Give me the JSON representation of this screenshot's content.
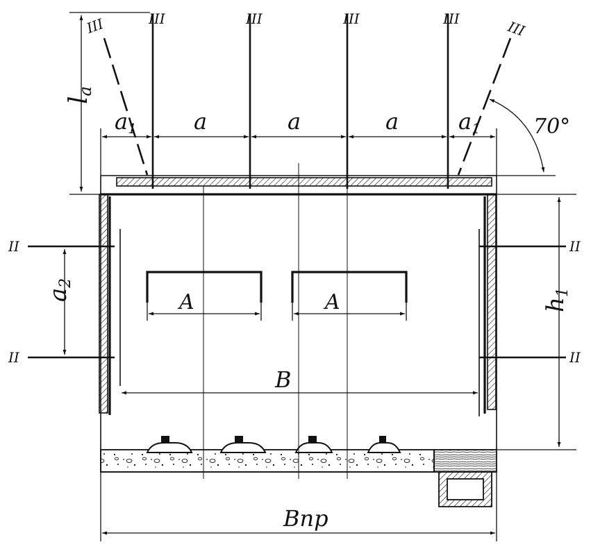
{
  "labels": {
    "la": "l",
    "la_sub": "a",
    "a1_left": "a",
    "a1_left_sub": "1",
    "a_1": "a",
    "a_2": "a",
    "a_3": "a",
    "a1_right": "a",
    "a1_right_sub": "1",
    "angle": "70°",
    "a2": "a",
    "a2_sub": "2",
    "h1": "h",
    "h1_sub": "1",
    "A_left": "A",
    "A_right": "A",
    "B": "B",
    "Bpr": "Bпр",
    "bolt_mark_3": "III",
    "bolt_mark_2": "II"
  },
  "colors": {
    "ink": "#111111",
    "paper": "#ffffff"
  }
}
